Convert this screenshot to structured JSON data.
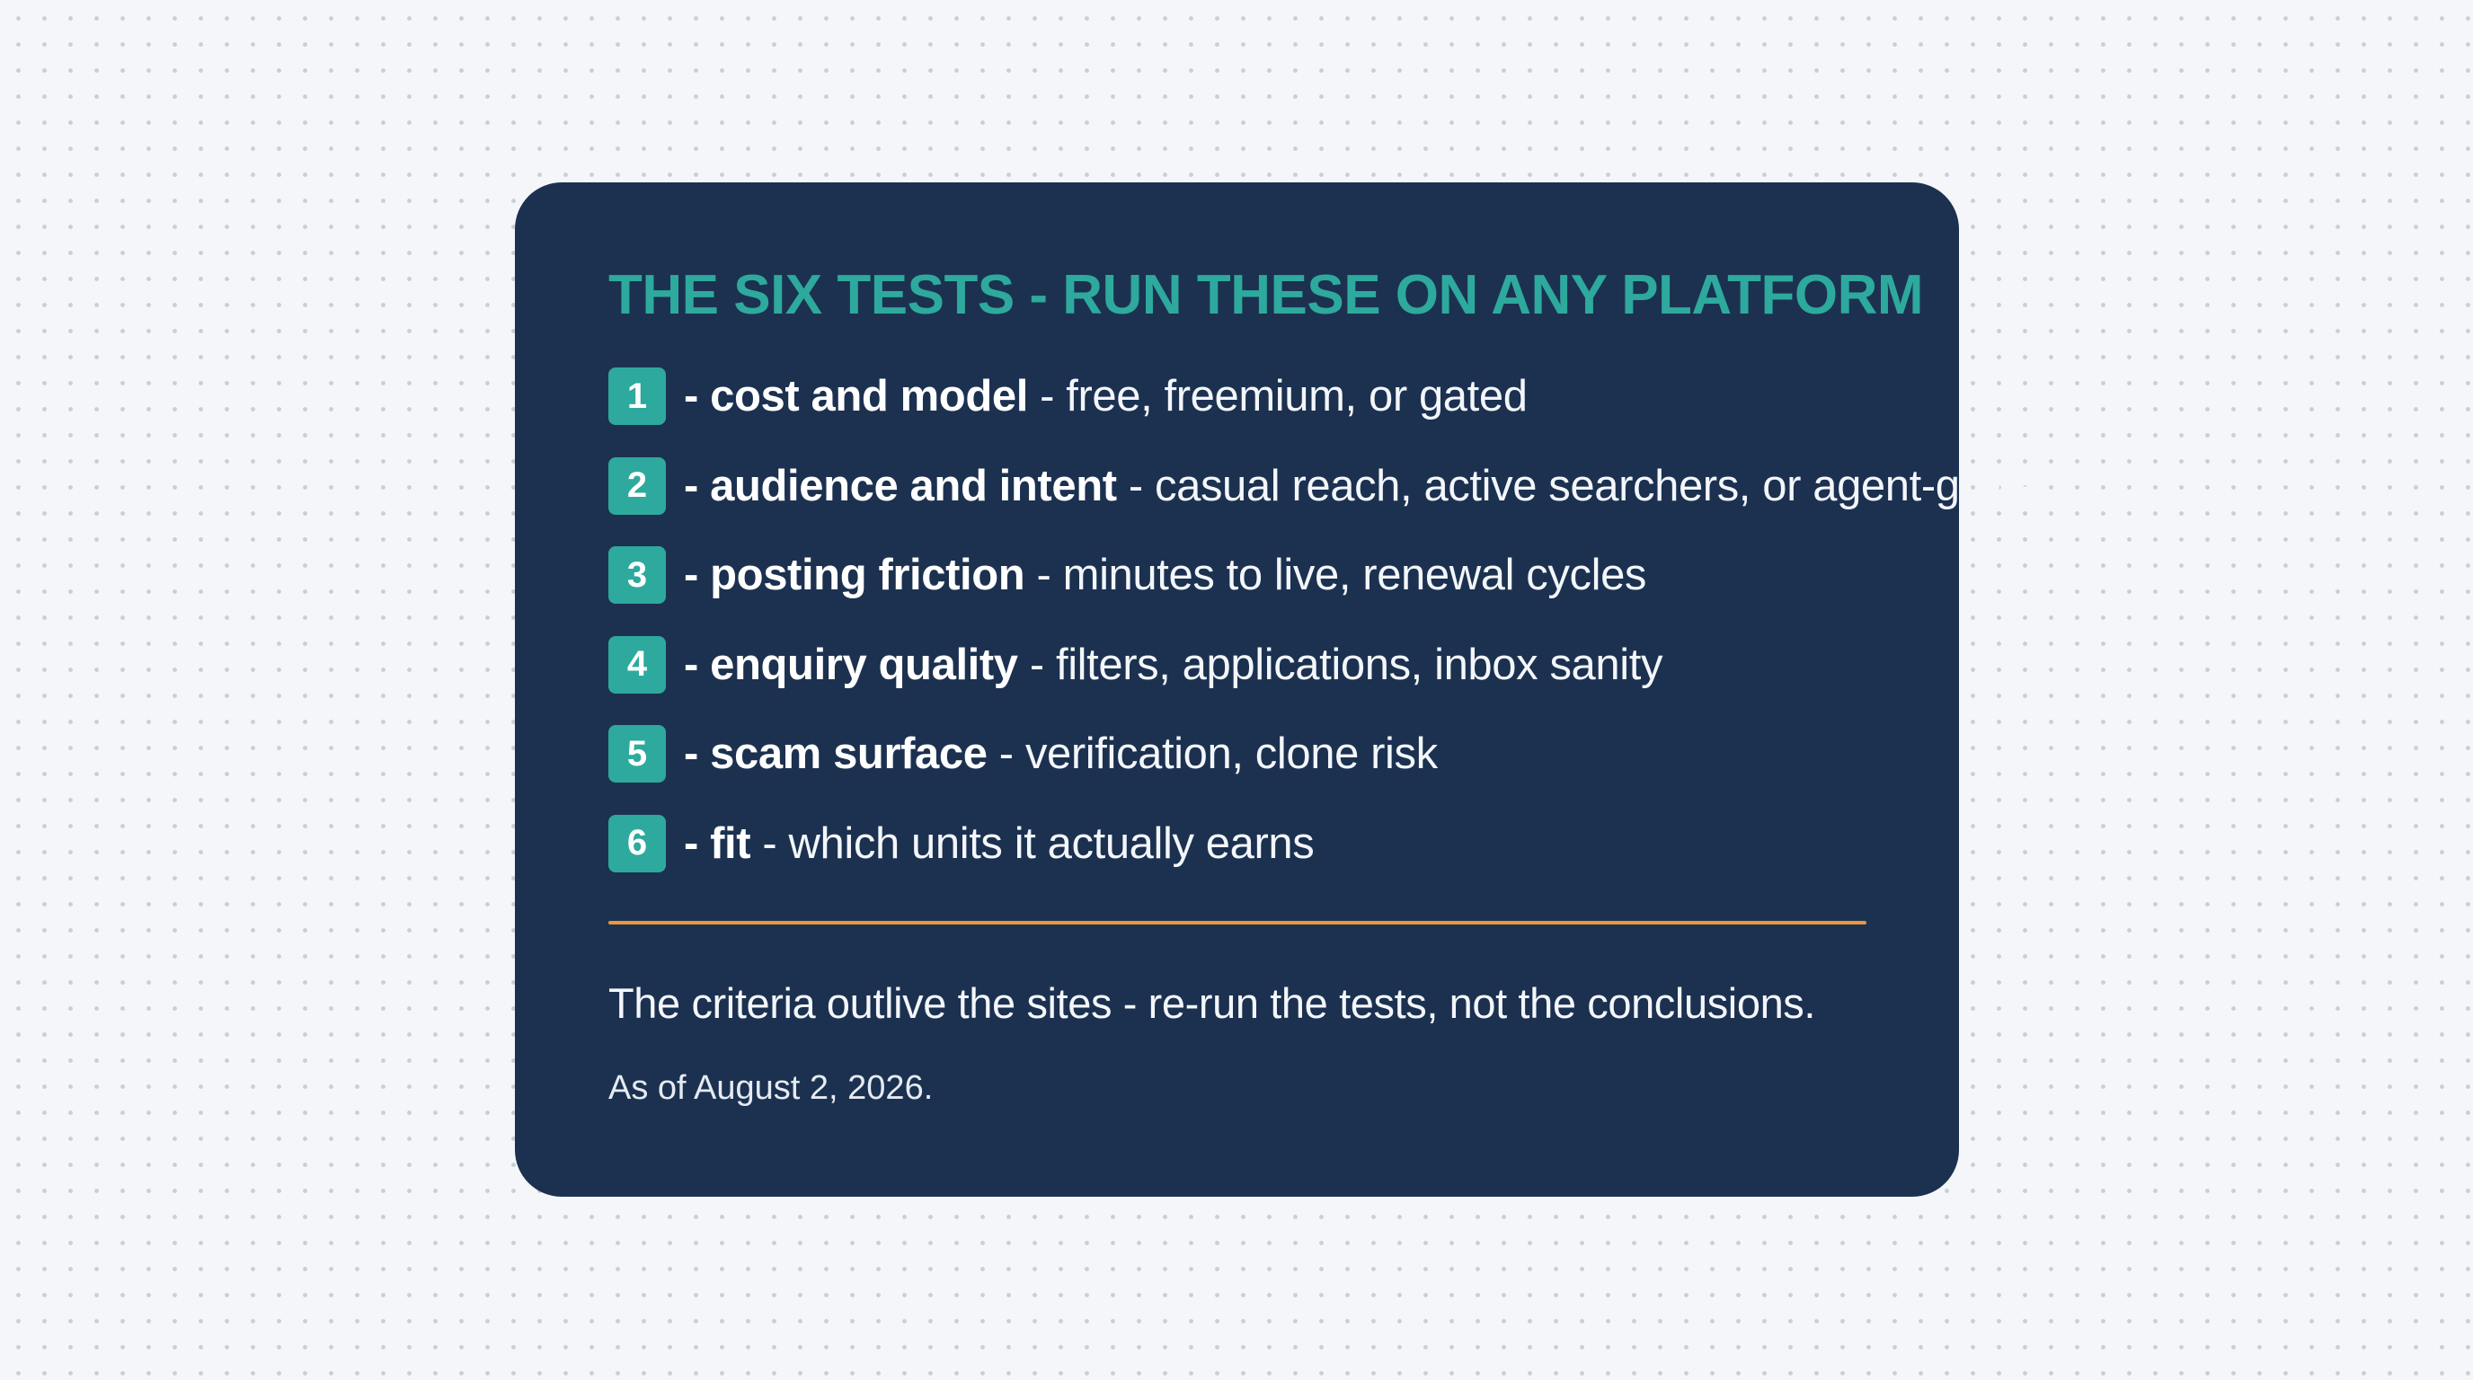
{
  "card": {
    "title": "THE SIX TESTS - RUN THESE ON ANY PLATFORM",
    "tests": [
      {
        "number": "1",
        "term": "- cost and model",
        "description": " - free, freemium, or gated"
      },
      {
        "number": "2",
        "term": "- audience and intent",
        "description": " - casual reach, active searchers, or agent-guided"
      },
      {
        "number": "3",
        "term": "- posting friction",
        "description": " - minutes to live, renewal cycles"
      },
      {
        "number": "4",
        "term": "- enquiry quality",
        "description": " - filters, applications, inbox sanity"
      },
      {
        "number": "5",
        "term": "- scam surface",
        "description": " - verification, clone risk"
      },
      {
        "number": "6",
        "term": "- fit",
        "description": " - which units it actually earns"
      }
    ],
    "conclusion": "The criteria outlive the sites - re-run the tests, not the conclusions.",
    "date": "As of August 2, 2026."
  },
  "colors": {
    "background": "#f4f6fa",
    "card": "#1c3150",
    "accent_teal": "#2ea99d",
    "divider_orange": "#e8973a",
    "text": "#f3f6fa"
  }
}
